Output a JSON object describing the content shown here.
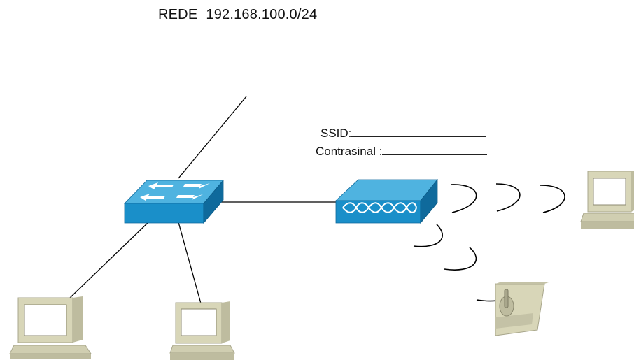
{
  "network": {
    "label": "REDE",
    "address": "192.168.100.0/24"
  },
  "wifi": {
    "ssid_label": "SSID:",
    "password_label": "Contrasinal :"
  },
  "colors": {
    "device_blue": "#1a8fc9",
    "device_blue_dark": "#0f6a9c",
    "device_blue_top": "#4fb3e0",
    "pc_beige": "#d8d6b8",
    "pc_beige_dark": "#a9a78c",
    "line": "#000000"
  },
  "devices": [
    {
      "id": "switch",
      "icon": "switch-icon"
    },
    {
      "id": "access-point",
      "icon": "wireless-access-point-icon"
    },
    {
      "id": "pc-left",
      "icon": "computer-icon"
    },
    {
      "id": "pc-middle",
      "icon": "computer-icon"
    },
    {
      "id": "laptop-right",
      "icon": "wireless-laptop-icon"
    },
    {
      "id": "tablet",
      "icon": "wireless-tablet-icon"
    }
  ]
}
